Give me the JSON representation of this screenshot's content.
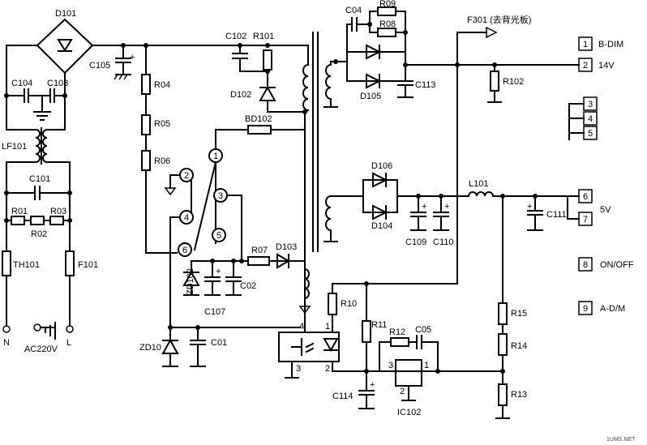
{
  "labels": {
    "D101": "D101",
    "C104": "C104",
    "C103": "C103",
    "C105": "C105",
    "LF101": "LF101",
    "C101": "C101",
    "R01": "R01",
    "R02": "R02",
    "R03": "R03",
    "TH101": "TH101",
    "F101": "F101",
    "N": "N",
    "L": "L",
    "AC220V": "AC220V",
    "R04": "R04",
    "R05": "R05",
    "R06": "R06",
    "C102": "C102",
    "R101": "R101",
    "D102": "D102",
    "BD102": "BD102",
    "ZD102": "ZD102",
    "C107": "C107",
    "C02": "C02",
    "R07": "R07",
    "D103": "D103",
    "ZD10": "ZD10",
    "C01": "C01",
    "C04": "C04",
    "R09": "R09",
    "R08": "R08",
    "D105": "D105",
    "C113": "C113",
    "F301": "F301 (去背光板)",
    "R102": "R102",
    "D106": "D106",
    "D104": "D104",
    "C109": "C109",
    "C110": "C110",
    "L101": "L101",
    "C111": "C111",
    "R10": "R10",
    "R11": "R11",
    "R12": "R12",
    "C05": "C05",
    "C114": "C114",
    "IC102": "IC102",
    "R15": "R15",
    "R14": "R14",
    "R13": "R13"
  },
  "ic_pins": {
    "p1": "1",
    "p2": "2",
    "p3": "3",
    "p4": "4",
    "p5": "5",
    "p6": "6"
  },
  "opto_pins": {
    "p4": "4",
    "p1": "1",
    "p3": "3",
    "p2": "2"
  },
  "ic102_pins": {
    "p3": "3",
    "p1": "1",
    "p2": "2"
  },
  "connector": [
    {
      "num": "1",
      "label": "B-DIM"
    },
    {
      "num": "2",
      "label": "14V"
    },
    {
      "num": "3",
      "label": ""
    },
    {
      "num": "4",
      "label": ""
    },
    {
      "num": "5",
      "label": ""
    },
    {
      "num": "6",
      "label": ""
    },
    {
      "num": "7",
      "label": ""
    },
    {
      "num": "8",
      "label": "ON/OFF"
    },
    {
      "num": "9",
      "label": "A-D/M"
    }
  ],
  "connector_5v_label": "5V",
  "watermark": "1UMS.NET"
}
